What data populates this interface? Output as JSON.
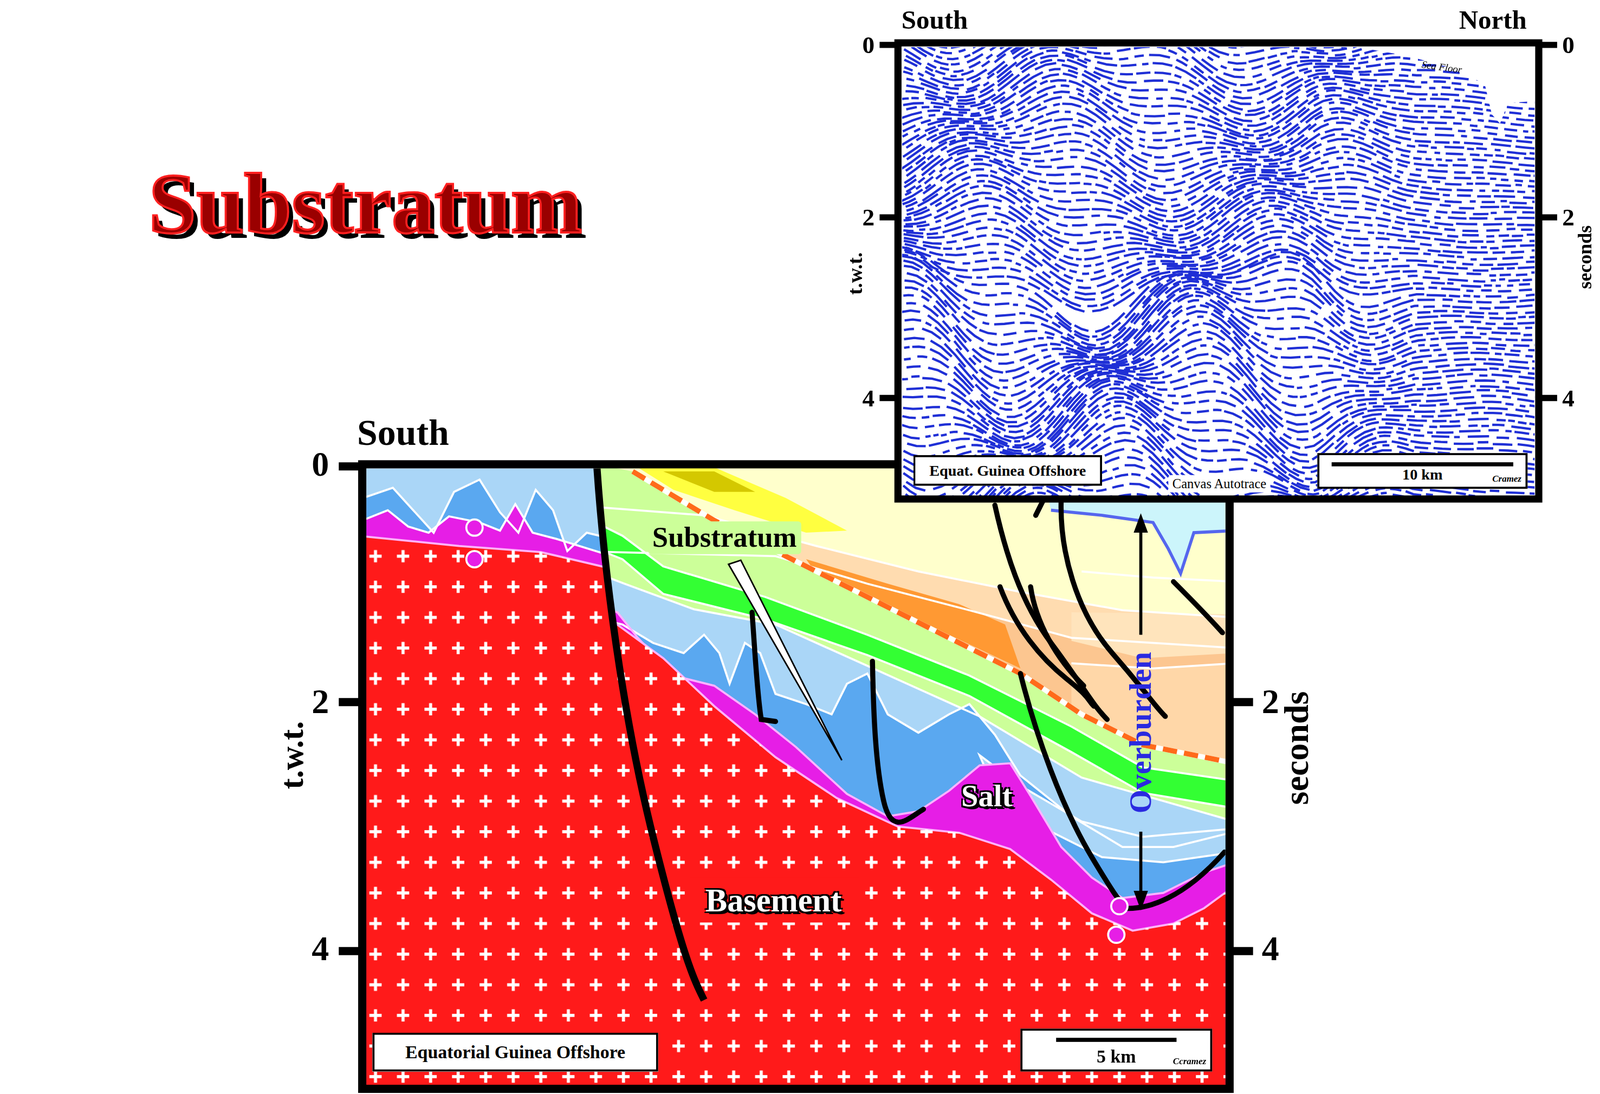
{
  "diagram": {
    "title": "Substratum",
    "nodes": [
      {
        "text": [
          "Equat. Guinea Offshore"
        ]
      },
      {
        "text": [
          "10 km",
          "Cramez"
        ]
      },
      {
        "text": [
          "Equatorial Guinea Offshore"
        ]
      },
      {
        "text": [
          "5 km",
          "Ccramez"
        ]
      }
    ],
    "labels": [
      "South",
      "North",
      "0",
      "0",
      "2",
      "2",
      "4",
      "4",
      "t.w.t.",
      "seconds",
      "Sea Floor",
      "Canvas Autotrace",
      "South",
      "0",
      "2",
      "4",
      "2",
      "4",
      "t.w.t.",
      "seconds",
      "Substratum",
      "Salt",
      "Overburden",
      "Basement"
    ]
  }
}
